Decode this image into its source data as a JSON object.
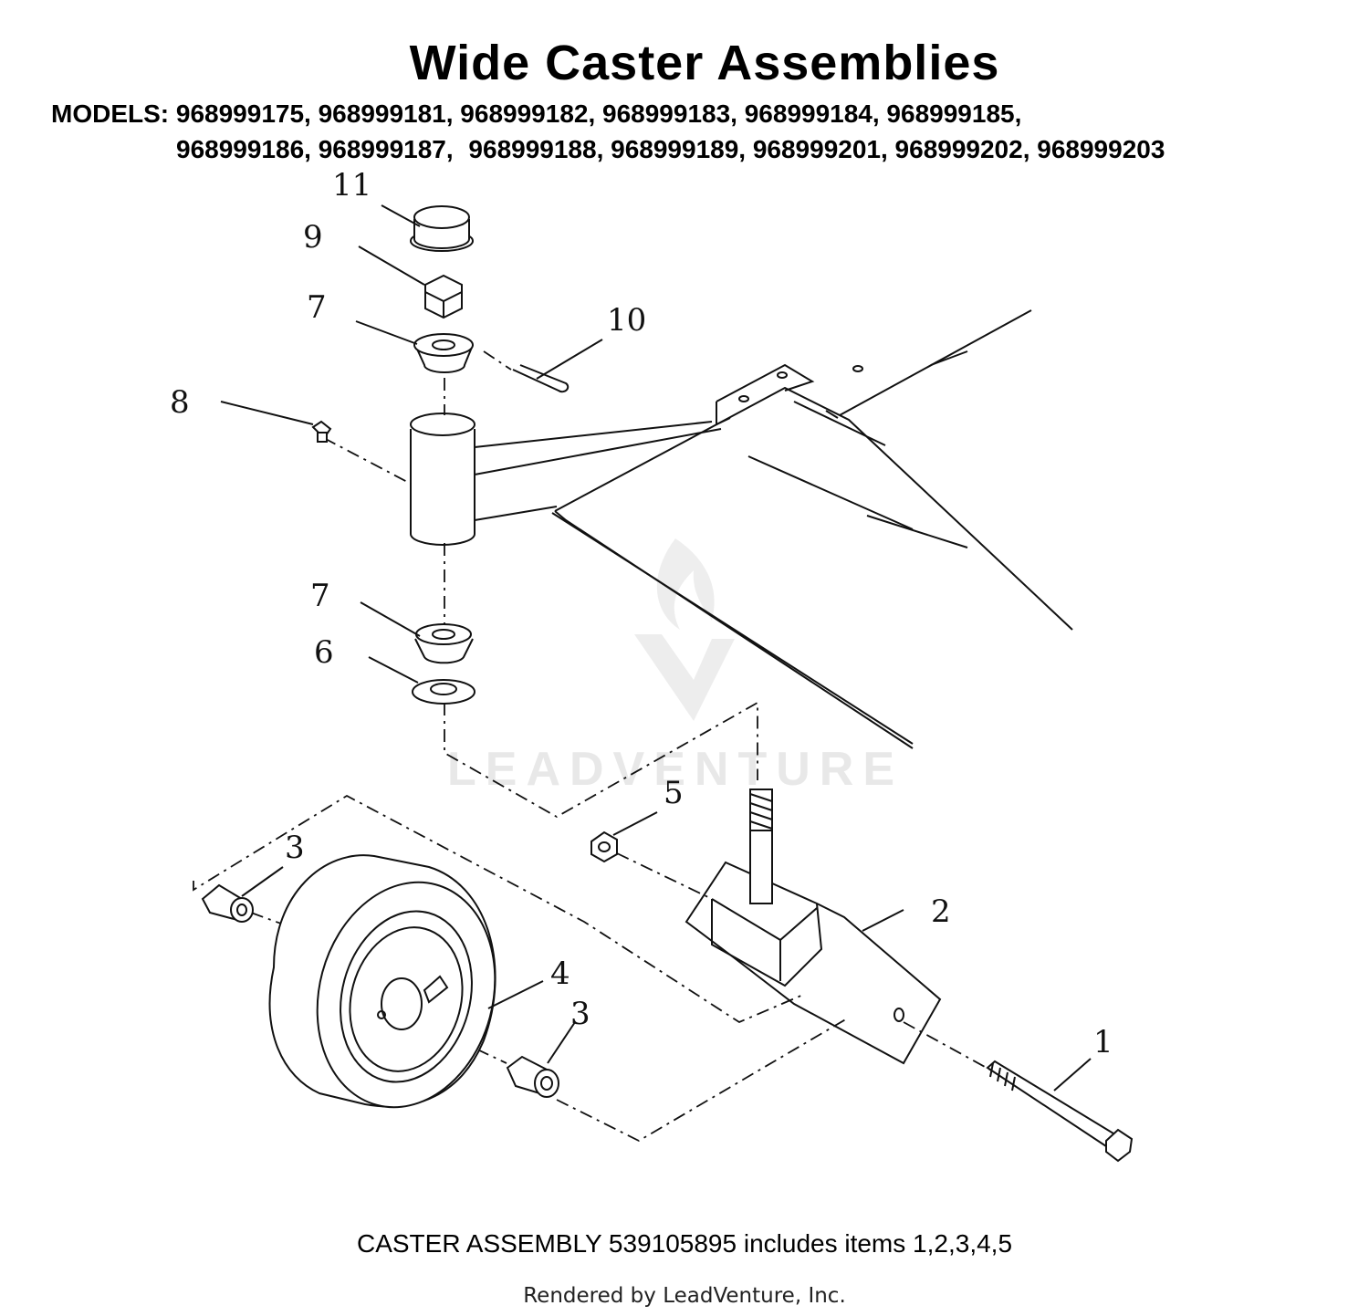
{
  "header": {
    "title": "Wide Caster Assemblies",
    "models_prefix": "MODELS:",
    "models_line1": "968999175, 968999181, 968999182, 968999183, 968999184, 968999185,",
    "models_line2a": "968999186, 968999187,",
    "models_line2b": "968999188, 968999189, 968999201, 968999202, 968999203"
  },
  "callouts": {
    "c1": "1",
    "c2": "2",
    "c3a": "3",
    "c3b": "3",
    "c4": "4",
    "c5": "5",
    "c6": "6",
    "c7a": "7",
    "c7b": "7",
    "c8": "8",
    "c9": "9",
    "c10": "10",
    "c11": "11"
  },
  "watermark": "LEADVENTURE",
  "caption": "CASTER ASSEMBLY 539105895 includes items 1,2,3,4,5",
  "footer": "Rendered by LeadVenture, Inc."
}
